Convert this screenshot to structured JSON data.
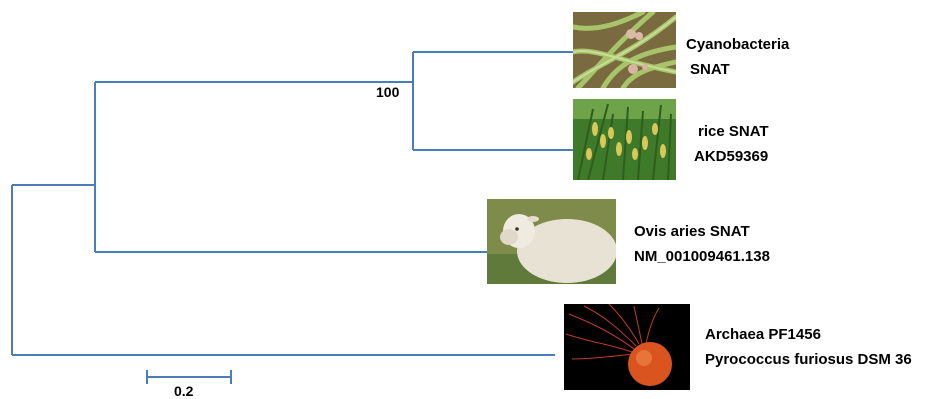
{
  "tree": {
    "branch_color": "#4a7ebb",
    "bootstrap_value": "100",
    "scale_bar_label": "0.2",
    "taxa": [
      {
        "line1": "Cyanobacteria",
        "line2": "SNAT",
        "image": "cyanobacteria-filaments-photo"
      },
      {
        "line1": "rice SNAT",
        "line2": "AKD59369",
        "image": "rice-panicle-photo"
      },
      {
        "line1": "Ovis aries SNAT",
        "line2": "NM_001009461.138",
        "image": "sheep-photo"
      },
      {
        "line1": "Archaea PF1456",
        "line2": "Pyrococcus furiosus DSM 36",
        "image": "pyrococcus-cell-photo"
      }
    ]
  }
}
